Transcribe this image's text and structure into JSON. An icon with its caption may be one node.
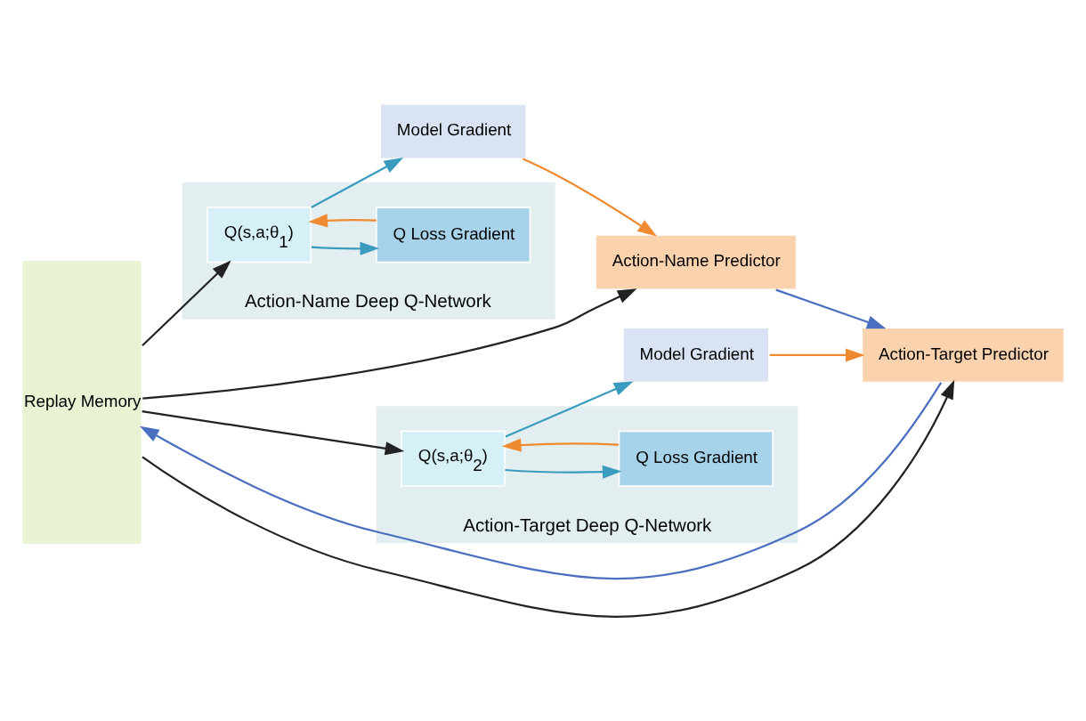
{
  "diagram": {
    "nodes": [
      {
        "text": [
          "Action-Name Deep Q-Network"
        ]
      },
      {
        "text": [
          "Q(s,a;θ$_{1}$)"
        ],
        "in": 0
      },
      {
        "text": [
          "Q Loss Gradient"
        ],
        "in": 0
      },
      {
        "text": [
          "Replay Memory"
        ]
      },
      {
        "text": [
          "Action-Name Predictor"
        ]
      },
      {
        "text": [
          "Model Gradient"
        ]
      },
      {
        "text": [
          "Action-Target Deep Q-Network"
        ]
      },
      {
        "text": [
          "Action-Target Predictor"
        ]
      },
      {
        "text": [
          "Model Gradient"
        ]
      },
      {
        "text": [
          "Q(s,a;θ$_{2}$)"
        ],
        "in": 6
      },
      {
        "text": [
          "Q Loss Gradient"
        ],
        "in": 6
      }
    ],
    "edges": [
      {
        "from": 3,
        "to": 1,
        "arrow": "to",
        "color": "#222222"
      },
      {
        "from": 1,
        "to": 2,
        "arrow": "to",
        "color": "#3a9bbf"
      },
      {
        "from": 2,
        "to": 1,
        "arrow": "to",
        "color": "#f08a30"
      },
      {
        "from": 1,
        "to": 5,
        "arrow": "to",
        "color": "#3a9bbf"
      },
      {
        "from": 3,
        "to": 4,
        "arrow": "to",
        "color": "#222222"
      },
      {
        "from": 5,
        "to": 4,
        "arrow": "to",
        "color": "#f08a30"
      },
      {
        "from": 4,
        "to": 7,
        "arrow": "to",
        "color": "#4a6fc0"
      },
      {
        "from": 3,
        "to": 7,
        "arrow": "to",
        "color": "#222222"
      },
      {
        "from": 8,
        "to": 7,
        "arrow": "to",
        "color": "#f08a30"
      },
      {
        "from": 7,
        "to": 3,
        "arrow": "to",
        "color": "#4a6fc0"
      },
      {
        "from": 3,
        "to": 9,
        "arrow": "to",
        "color": "#222222"
      },
      {
        "from": 9,
        "to": 10,
        "arrow": "to",
        "color": "#3a9bbf"
      },
      {
        "from": 10,
        "to": 9,
        "arrow": "to",
        "color": "#f08a30"
      },
      {
        "from": 9,
        "to": 8,
        "arrow": "to",
        "color": "#3a9bbf"
      }
    ]
  }
}
